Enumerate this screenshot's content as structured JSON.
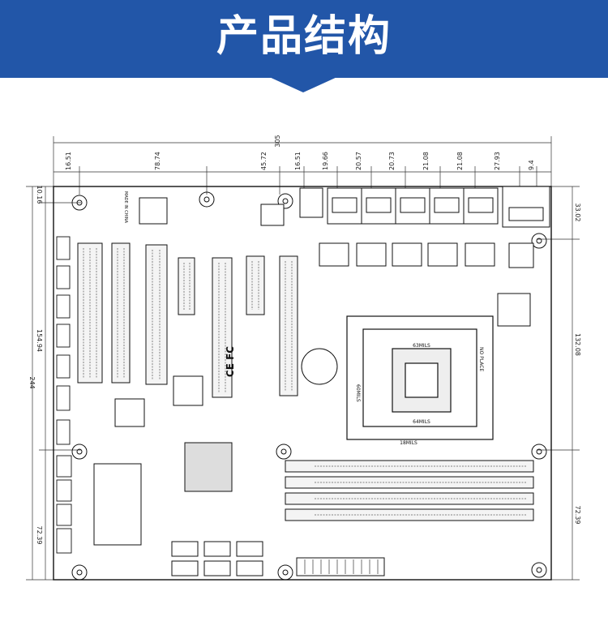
{
  "title": "产品结构",
  "dimensions": {
    "top_total": "305",
    "top_segments": [
      "16.51",
      "78.74",
      "45.72",
      "16.51",
      "19.66",
      "20.57",
      "20.73",
      "21.08",
      "21.08",
      "27.93",
      "9.4"
    ],
    "left_total": "244",
    "left_segments": [
      "10.16",
      "154.94",
      "72.39"
    ],
    "right_segments": [
      "33.02",
      "132.08",
      "72.39"
    ]
  },
  "board_labels": {
    "ce_fc": "CE FC",
    "made_in_china": "MADE IN CHINA",
    "no_place": "NO PLACE",
    "mils_a": "63MILS",
    "mils_b": "18MILS",
    "mils_c": "64MILS",
    "mils_d": "60MILS"
  },
  "colors": {
    "banner": "#2256a8",
    "line": "#111111",
    "dim": "#333333"
  }
}
